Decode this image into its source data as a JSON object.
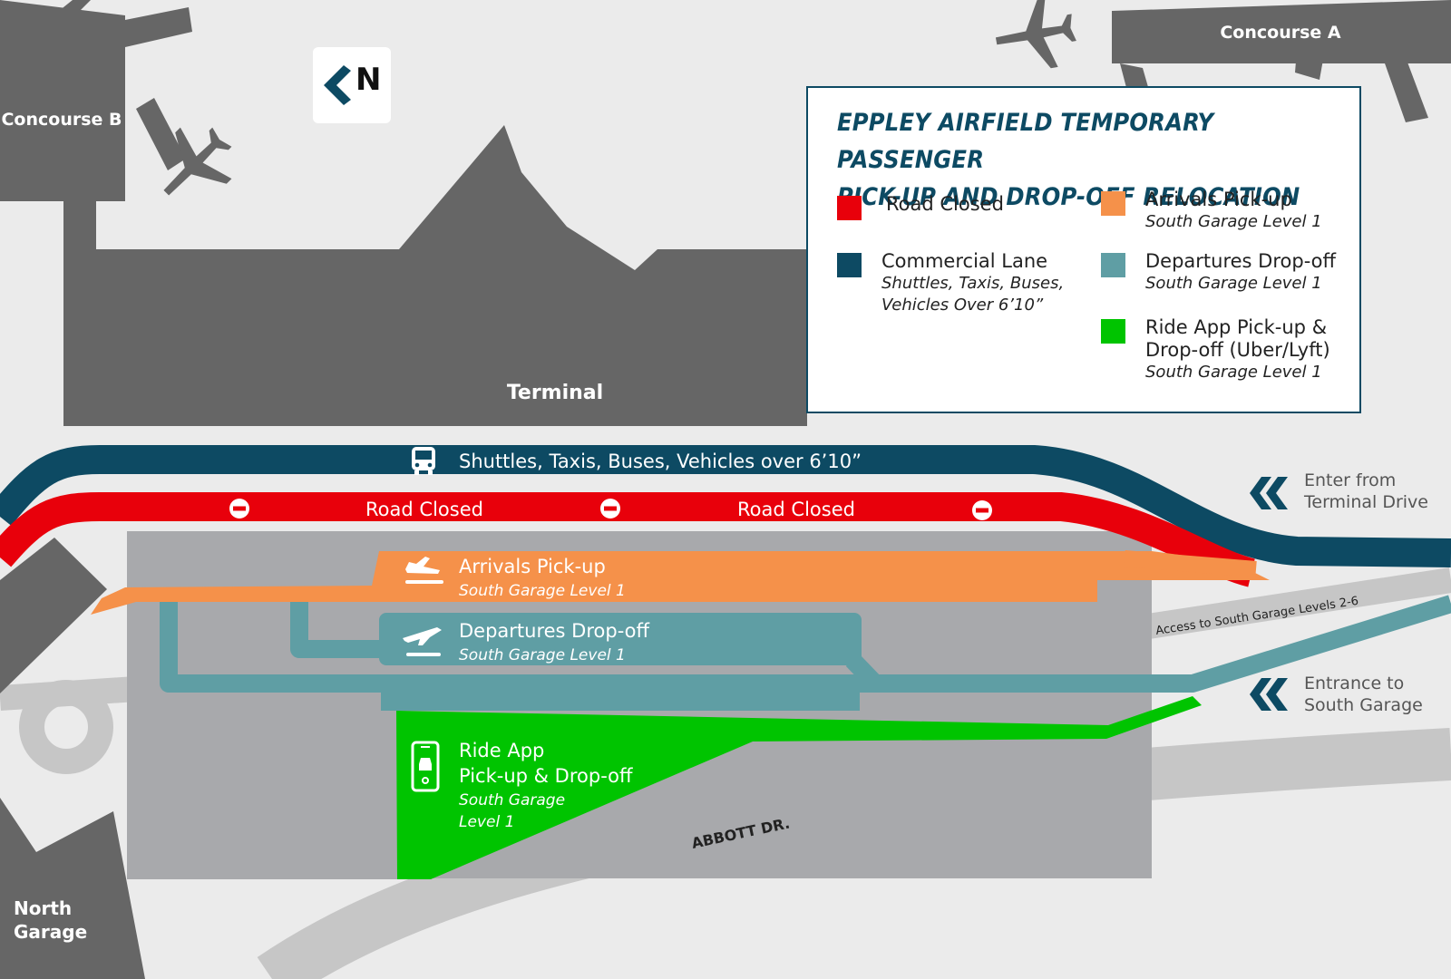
{
  "legend": {
    "title_line1": "EPPLEY AIRFIELD TEMPORARY PASSENGER",
    "title_line2": "PICK-UP AND DROP-OFF RELOCATION",
    "items": [
      {
        "label": "Road Closed",
        "sub": [],
        "color": "#e8000b"
      },
      {
        "label": "Commercial Lane",
        "sub": [
          "Shuttles, Taxis, Buses,",
          "Vehicles Over 6’10”"
        ],
        "color": "#0d4a63"
      },
      {
        "label": "Arrivals Pick-up",
        "sub": [
          "South Garage Level 1"
        ],
        "color": "#f5914a"
      },
      {
        "label": "Departures Drop-off",
        "sub": [
          "South Garage Level 1"
        ],
        "color": "#5f9ea4"
      },
      {
        "label": "Ride App Pick-up &",
        "label2": "Drop-off (Uber/Lyft)",
        "sub": [
          "South Garage Level 1"
        ],
        "color": "#00c400"
      }
    ]
  },
  "compass": {
    "letter": "N"
  },
  "buildings": {
    "concourse_a": "Concourse A",
    "concourse_b": "Concourse B",
    "terminal": "Terminal",
    "north_garage_line1": "North",
    "north_garage_line2": "Garage"
  },
  "roads": {
    "commercial_label": "Shuttles, Taxis, Buses, Vehicles over 6’10”",
    "closed_label_1": "Road Closed",
    "closed_label_2": "Road Closed",
    "arrivals_title": "Arrivals Pick-up",
    "arrivals_sub": "South Garage Level 1",
    "departures_title": "Departures Drop-off",
    "departures_sub": "South Garage Level 1",
    "rideapp_line1": "Ride App",
    "rideapp_line2": "Pick-up & Drop-off",
    "rideapp_sub1": "South Garage",
    "rideapp_sub2": "Level 1",
    "access_label": "Access to South Garage Levels 2-6",
    "abbott": "ABBOTT DR."
  },
  "entries": {
    "terminal_line1": "Enter from",
    "terminal_line2": "Terminal Drive",
    "garage_line1": "Entrance to",
    "garage_line2": "South Garage"
  },
  "colors": {
    "closed": "#e8000b",
    "commercial": "#0d4a63",
    "arrivals": "#f5914a",
    "departures": "#5f9ea4",
    "rideapp": "#00c400",
    "building": "#666666",
    "garage": "#a8a9ac",
    "road": "#c6c6c6"
  }
}
